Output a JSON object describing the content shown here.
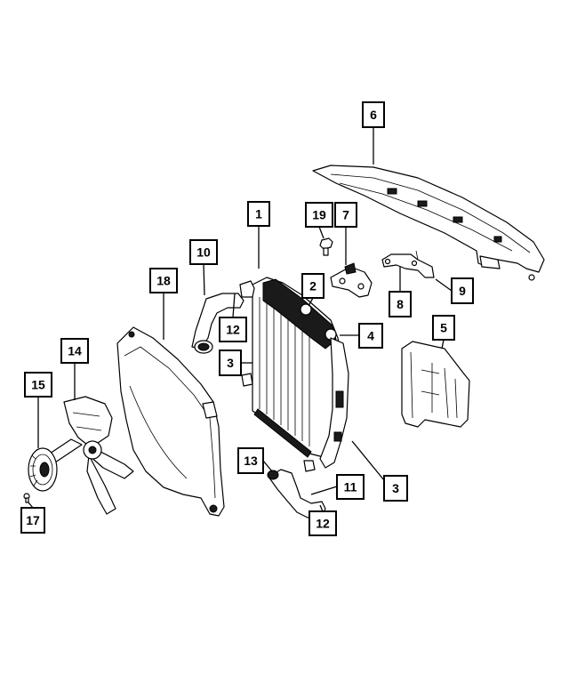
{
  "diagram": {
    "callouts": [
      {
        "id": "c6",
        "label": "6"
      },
      {
        "id": "c19",
        "label": "19"
      },
      {
        "id": "c7",
        "label": "7"
      },
      {
        "id": "c1",
        "label": "1"
      },
      {
        "id": "c10",
        "label": "10"
      },
      {
        "id": "c18",
        "label": "18"
      },
      {
        "id": "c2",
        "label": "2"
      },
      {
        "id": "c12a",
        "label": "12"
      },
      {
        "id": "c9",
        "label": "9"
      },
      {
        "id": "c8",
        "label": "8"
      },
      {
        "id": "c5",
        "label": "5"
      },
      {
        "id": "c4",
        "label": "4"
      },
      {
        "id": "c3a",
        "label": "3"
      },
      {
        "id": "c14",
        "label": "14"
      },
      {
        "id": "c15",
        "label": "15"
      },
      {
        "id": "c13",
        "label": "13"
      },
      {
        "id": "c11",
        "label": "11"
      },
      {
        "id": "c3b",
        "label": "3"
      },
      {
        "id": "c12b",
        "label": "12"
      },
      {
        "id": "c17",
        "label": "17"
      }
    ]
  }
}
